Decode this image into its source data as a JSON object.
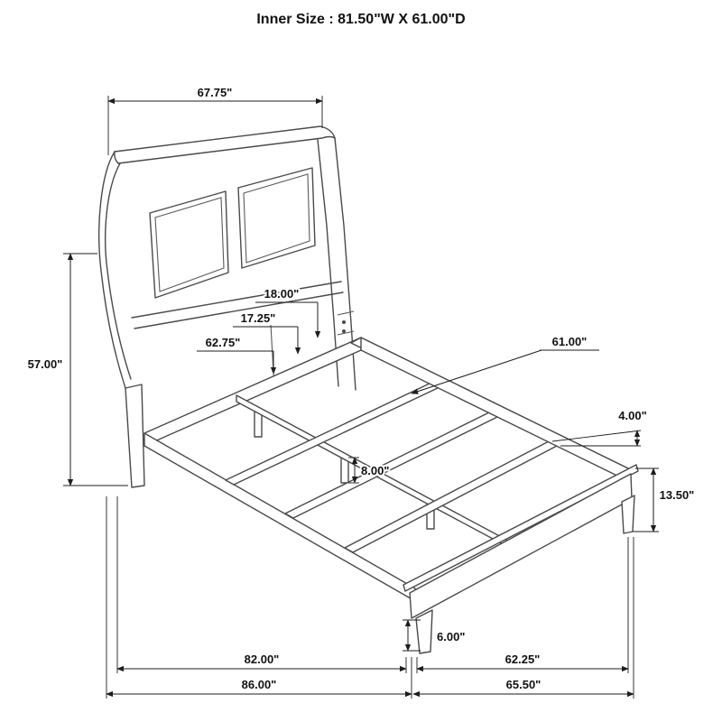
{
  "title": "Inner Size : 81.50\"W X 61.00\"D",
  "dims": {
    "headboard_width": "67.75\"",
    "headboard_height": "57.00\"",
    "panel_height": "18.00\"",
    "panel_opening": "17.25\"",
    "headboard_inner_width": "62.75\"",
    "slat_length": "61.00\"",
    "rail_width": "4.00\"",
    "center_leg_height": "8.00\"",
    "footboard_height": "13.50\"",
    "foot_leg_height": "6.00\"",
    "inner_length": "82.00\"",
    "foot_inner_width": "62.25\"",
    "overall_length": "86.00\"",
    "overall_width": "65.50\""
  },
  "colors": {
    "line": "#4a4a4a",
    "dimension": "#1d1d1d",
    "background": "#ffffff"
  }
}
